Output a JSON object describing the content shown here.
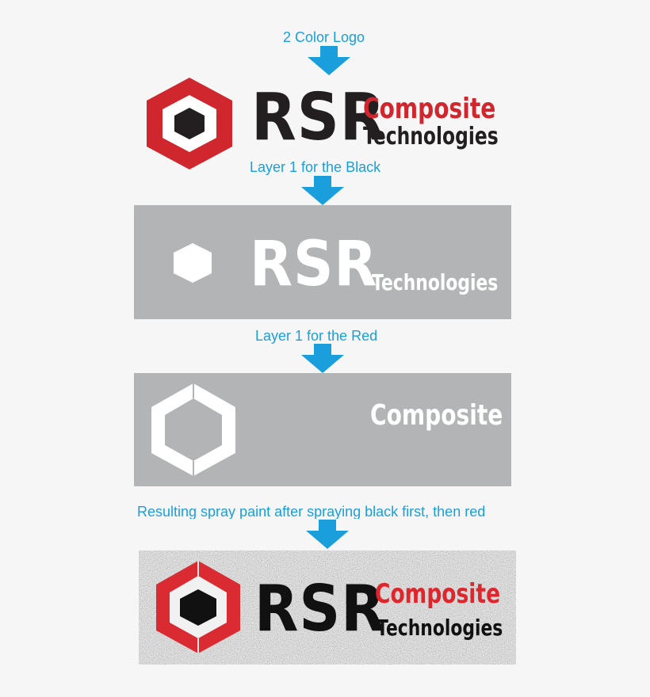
{
  "steps": {
    "two_color": {
      "caption": "2 Color Logo"
    },
    "black_layer": {
      "caption": "Layer 1 for the Black"
    },
    "red_layer": {
      "caption": "Layer 1 for the Red"
    },
    "result": {
      "caption": "Resulting spray paint after spraying black first, then red"
    }
  },
  "logo": {
    "monogram": "RSR",
    "word1": "Composite",
    "word2": "Technologies"
  },
  "colors": {
    "accent_blue": "#1a9fdc",
    "logo_red": "#d0262e",
    "logo_black": "#231f20",
    "stencil_gray": "#b3b4b6"
  }
}
